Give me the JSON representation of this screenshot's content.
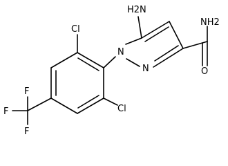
{
  "structure": {
    "labels": {
      "nh2_amino": "H2N",
      "nh2_amide": "NH2",
      "o": "O",
      "n1": "N",
      "n2": "N",
      "cl_top": "Cl",
      "cl_bottom": "Cl",
      "f_top": "F",
      "f_left": "F",
      "f_bottom": "F"
    },
    "colors": {
      "ink": "#000000",
      "background": "#ffffff"
    }
  }
}
